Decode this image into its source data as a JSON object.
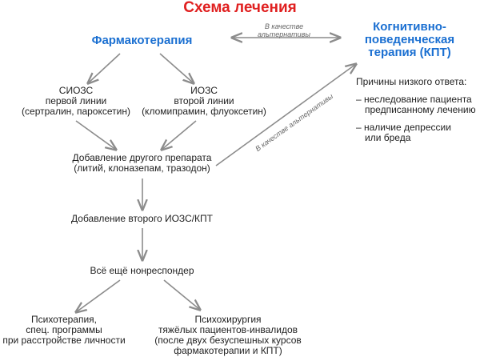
{
  "title": "Схема лечения",
  "pharmacotherapy": "Фармакотерапия",
  "alt_top": [
    "В качестве",
    "альтернативы"
  ],
  "cbt": [
    "Когнитивно-",
    "поведенческая",
    "терапия (КПТ)"
  ],
  "reasons": {
    "heading": "Причины низкого ответа:",
    "item1": [
      "– неследование пациента",
      "предписанному лечению"
    ],
    "item2": [
      "– наличие депрессии",
      "или бреда"
    ]
  },
  "ssri": [
    "СИОЗС",
    "первой линии",
    "(сертралин, пароксетин)"
  ],
  "sri": [
    "ИОЗС",
    "второй линии",
    "(кломипрамин, флуоксетин)"
  ],
  "augment": [
    "Добавление другого препарата",
    "(литий, клоназепам, тразодон)"
  ],
  "alt_diag": "В качестве альтернативы",
  "second": "Добавление второго ИОЗС/КПТ",
  "nonresponder": "Всё ещё нонреспондер",
  "psychotherapy": [
    "Психотерапия,",
    "спец. программы",
    "при расстройстве личности"
  ],
  "surgery": [
    "Психохирургия",
    "тяжёлых пациентов-инвалидов",
    "(после двух безуспешных курсов",
    "фармакотерапии и КПТ)"
  ],
  "colors": {
    "title": "#e02020",
    "blue": "#1a6fd1",
    "arrow": "#8c8c8c"
  }
}
